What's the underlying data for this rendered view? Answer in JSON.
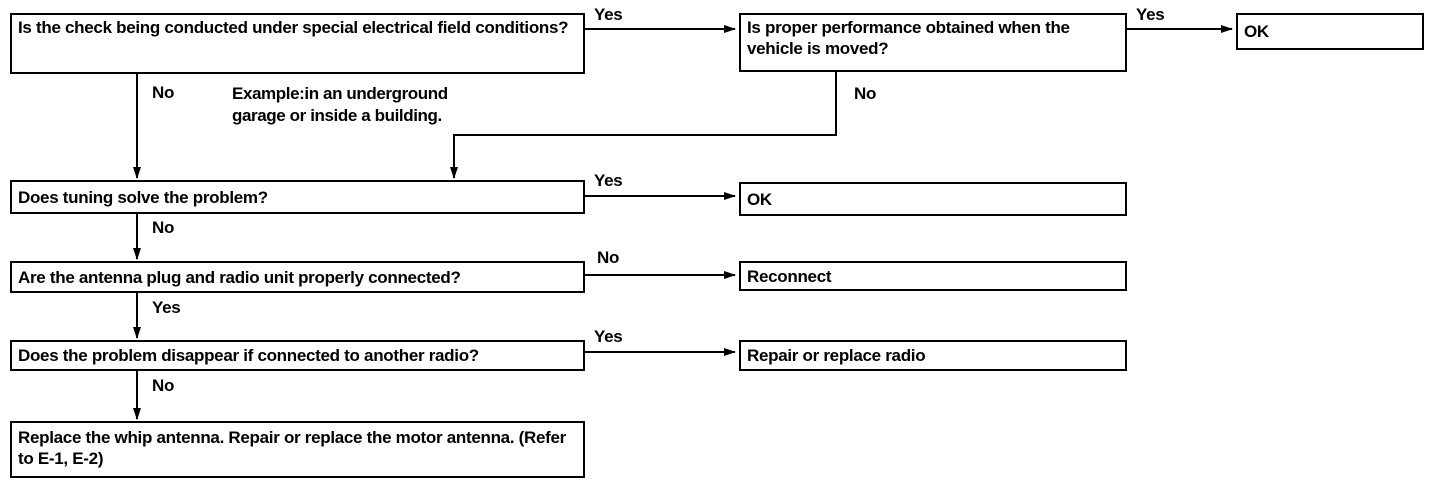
{
  "questions": {
    "q1": "Is the check being conducted under special electrical field conditions?",
    "q2": "Is proper performance obtained when the vehicle is moved?",
    "q3": "Does tuning solve the problem?",
    "q4": "Are the antenna plug and radio unit properly connected?",
    "q5": "Does the problem disappear if connected to another radio?"
  },
  "results": {
    "ok1": "OK",
    "ok2": "OK",
    "reconnect": "Reconnect",
    "repair_radio": "Repair or replace radio",
    "replace_antenna": "Replace the whip antenna. Repair or replace the motor antenna. (Refer to E-1, E-2)"
  },
  "labels": {
    "q1_yes": "Yes",
    "q1_no": "No",
    "q2_yes": "Yes",
    "q2_no": "No",
    "q3_yes": "Yes",
    "q3_no": "No",
    "q4_no": "No",
    "q4_yes": "Yes",
    "q5_yes": "Yes",
    "q5_no": "No"
  },
  "note": {
    "line1": "Example:in an underground",
    "line2": "garage or inside a building."
  }
}
